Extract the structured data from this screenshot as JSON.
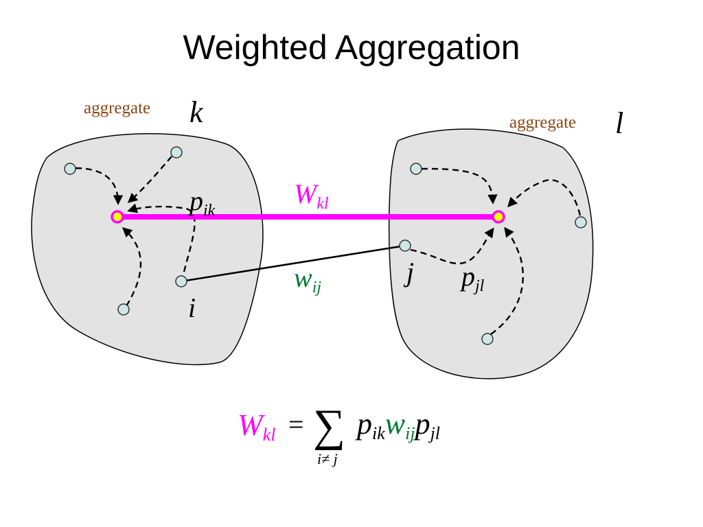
{
  "slide": {
    "title": "Weighted Aggregation"
  },
  "aggregates": {
    "left_label": "aggregate",
    "left_symbol": "k",
    "right_label": "aggregate",
    "right_symbol": "l"
  },
  "edge_labels": {
    "W_main": "W",
    "W_sub": "kl",
    "w_main": "w",
    "w_sub": "ij",
    "p_ik_main": "p",
    "p_ik_sub": "ik",
    "p_jl_main": "p",
    "p_jl_sub": "jl"
  },
  "nodes": {
    "i": "i",
    "j": "j"
  },
  "formula": {
    "W": "W",
    "W_sub": "kl",
    "equals": "=",
    "sum": "∑",
    "sum_sub": "i≠ j",
    "p1": "p",
    "p1_sub": "ik",
    "w": "w",
    "w_sub": "ij",
    "p2": "p",
    "p2_sub": "jl"
  },
  "colors": {
    "strong_edge": "#ff00ff",
    "weak_label": "#007a33",
    "aggregate_text": "#8b4513",
    "region_fill": "#e3e3e3",
    "node_fill": "#cfe6e6",
    "center_fill": "#ffff00"
  }
}
